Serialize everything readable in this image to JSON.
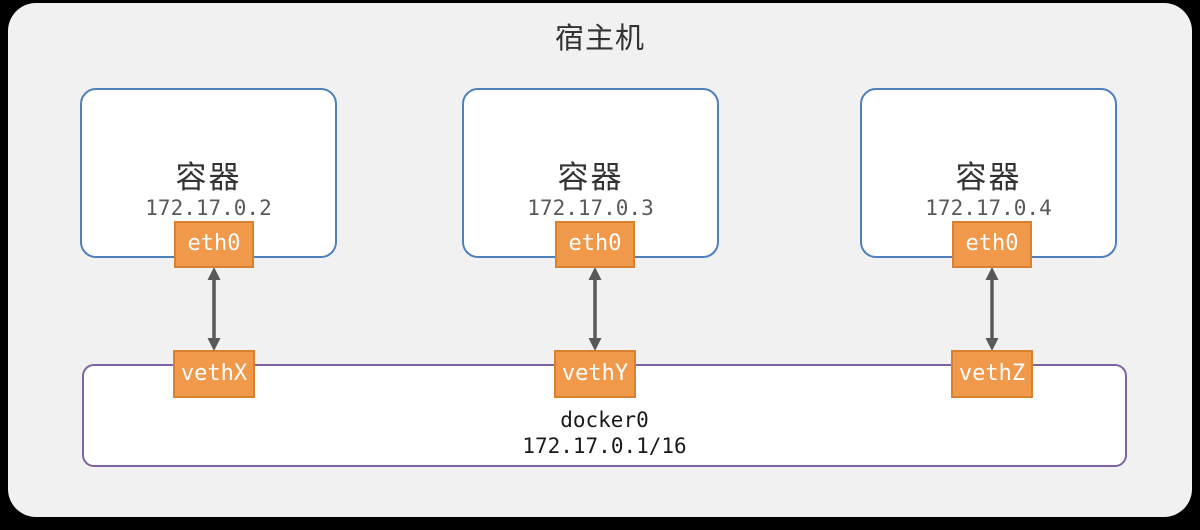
{
  "diagram": {
    "title": "宿主机",
    "containers": [
      {
        "label": "容器",
        "ip": "172.17.0.2",
        "eth_label": "eth0",
        "veth_label": "vethX"
      },
      {
        "label": "容器",
        "ip": "172.17.0.3",
        "eth_label": "eth0",
        "veth_label": "vethY"
      },
      {
        "label": "容器",
        "ip": "172.17.0.4",
        "eth_label": "eth0",
        "veth_label": "vethZ"
      }
    ],
    "bridge": {
      "name": "docker0",
      "cidr": "172.17.0.1/16"
    },
    "colors": {
      "page_background": "#000000",
      "host_panel": "#F1F1F1",
      "container_border": "#4E80BC",
      "port_fill": "#F0994A",
      "port_border": "#D9812F",
      "bridge_border": "#7E62A1",
      "arrow": "#595959",
      "text_dark": "#333333",
      "text_gray": "#595959"
    }
  }
}
